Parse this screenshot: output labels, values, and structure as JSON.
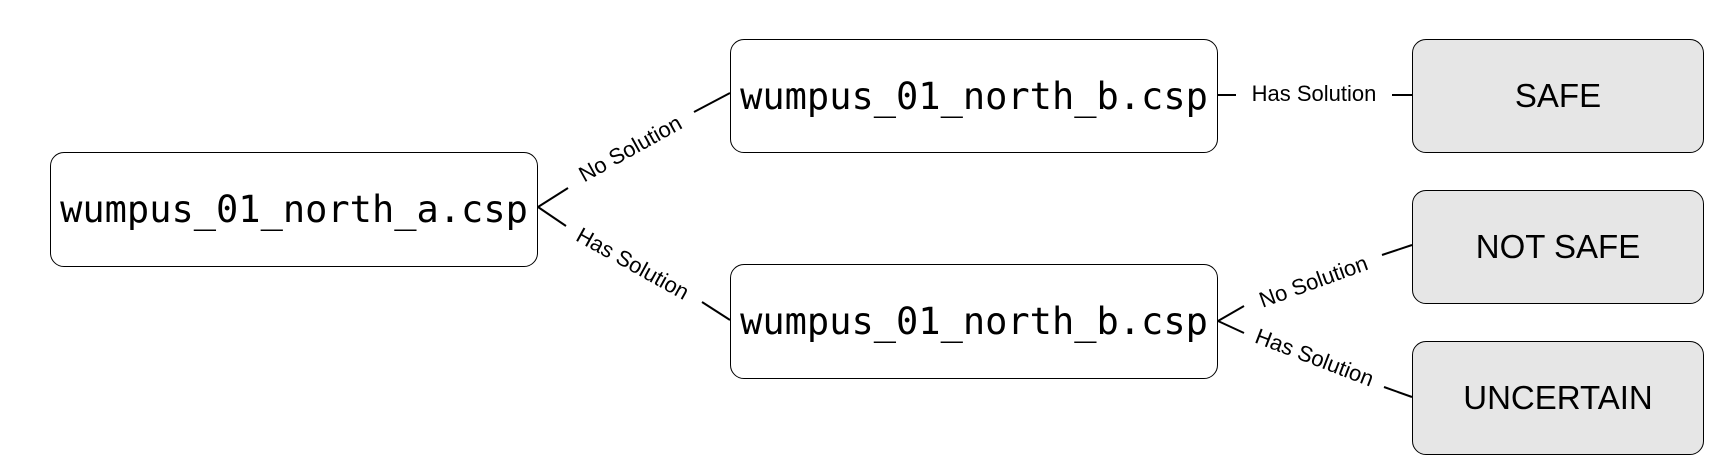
{
  "nodes": {
    "root": "wumpus_01_north_a.csp",
    "upper": "wumpus_01_north_b.csp",
    "lower": "wumpus_01_north_b.csp",
    "safe": "SAFE",
    "not_safe": "NOT SAFE",
    "uncertain": "UNCERTAIN"
  },
  "edges": {
    "root_to_upper": "No Solution",
    "root_to_lower": "Has Solution",
    "upper_to_safe": "Has Solution",
    "lower_to_not_safe": "No Solution",
    "lower_to_uncertain": "Has Solution"
  }
}
